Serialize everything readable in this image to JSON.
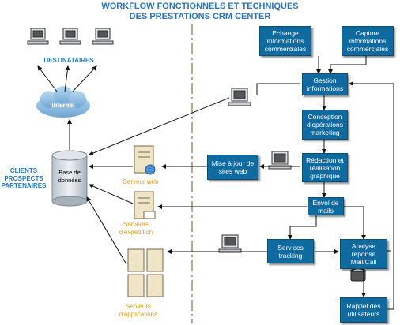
{
  "title": {
    "line1": "WORKFLOW FONCTIONNELS ET TECHNIQUES",
    "line2": "DES PRESTATIONS CRM CENTER"
  },
  "labels": {
    "destinataires": "DESTINATAIRES",
    "internet": "Internet",
    "clients_line1": "CLIENTS",
    "clients_line2": "PROSPECTS",
    "clients_line3": "PARTENAIRES",
    "database_line1": "Base de",
    "database_line2": "données",
    "serveur_web": "Serveur web",
    "serveurs_expedition_line1": "Serveurs",
    "serveurs_expedition_line2": "d'expédition",
    "serveurs_applications_line1": "Serveurs",
    "serveurs_applications_line2": "d'applications"
  },
  "boxes": {
    "echange": "Echange Informations commerciales",
    "capture": "Capture Informations commerciales",
    "gestion": "Gestion informations",
    "conception": "Conception d'opérations marketing",
    "redaction": "Rédaction et réalisation graphique",
    "mise_a_jour": "Mise à jour de sites web",
    "envoi": "Envoi de mails",
    "services": "Services tracking",
    "analyse": "Analyse réponse Mail/Call",
    "rappel": "Rappel des utilisateurs"
  },
  "colors": {
    "title": "#2b76b9",
    "box": "#0f6a9f",
    "blue_label": "#1f7bc0",
    "orange_label": "#e29a1d",
    "divider": "#b8a98a"
  }
}
